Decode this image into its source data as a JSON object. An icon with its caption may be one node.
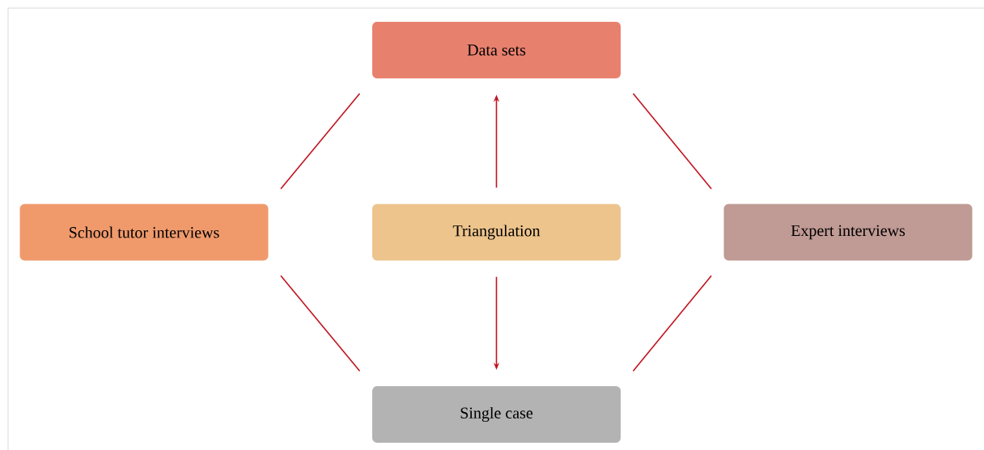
{
  "diagram": {
    "nodes": [
      {
        "text": [
          "Data sets"
        ]
      },
      {
        "text": [
          "School tutor interviews"
        ]
      },
      {
        "text": [
          "Triangulation"
        ]
      },
      {
        "text": [
          "Expert interviews"
        ]
      },
      {
        "text": [
          "Single case"
        ]
      }
    ],
    "edges": [
      {
        "from": 2,
        "to": 0,
        "arrow": "to"
      },
      {
        "from": 2,
        "to": 4,
        "arrow": "to"
      },
      {
        "from": 1,
        "to": 0,
        "arrow": "none"
      },
      {
        "from": 0,
        "to": 3,
        "arrow": "none"
      },
      {
        "from": 1,
        "to": 4,
        "arrow": "none"
      },
      {
        "from": 3,
        "to": 4,
        "arrow": "none"
      }
    ]
  }
}
